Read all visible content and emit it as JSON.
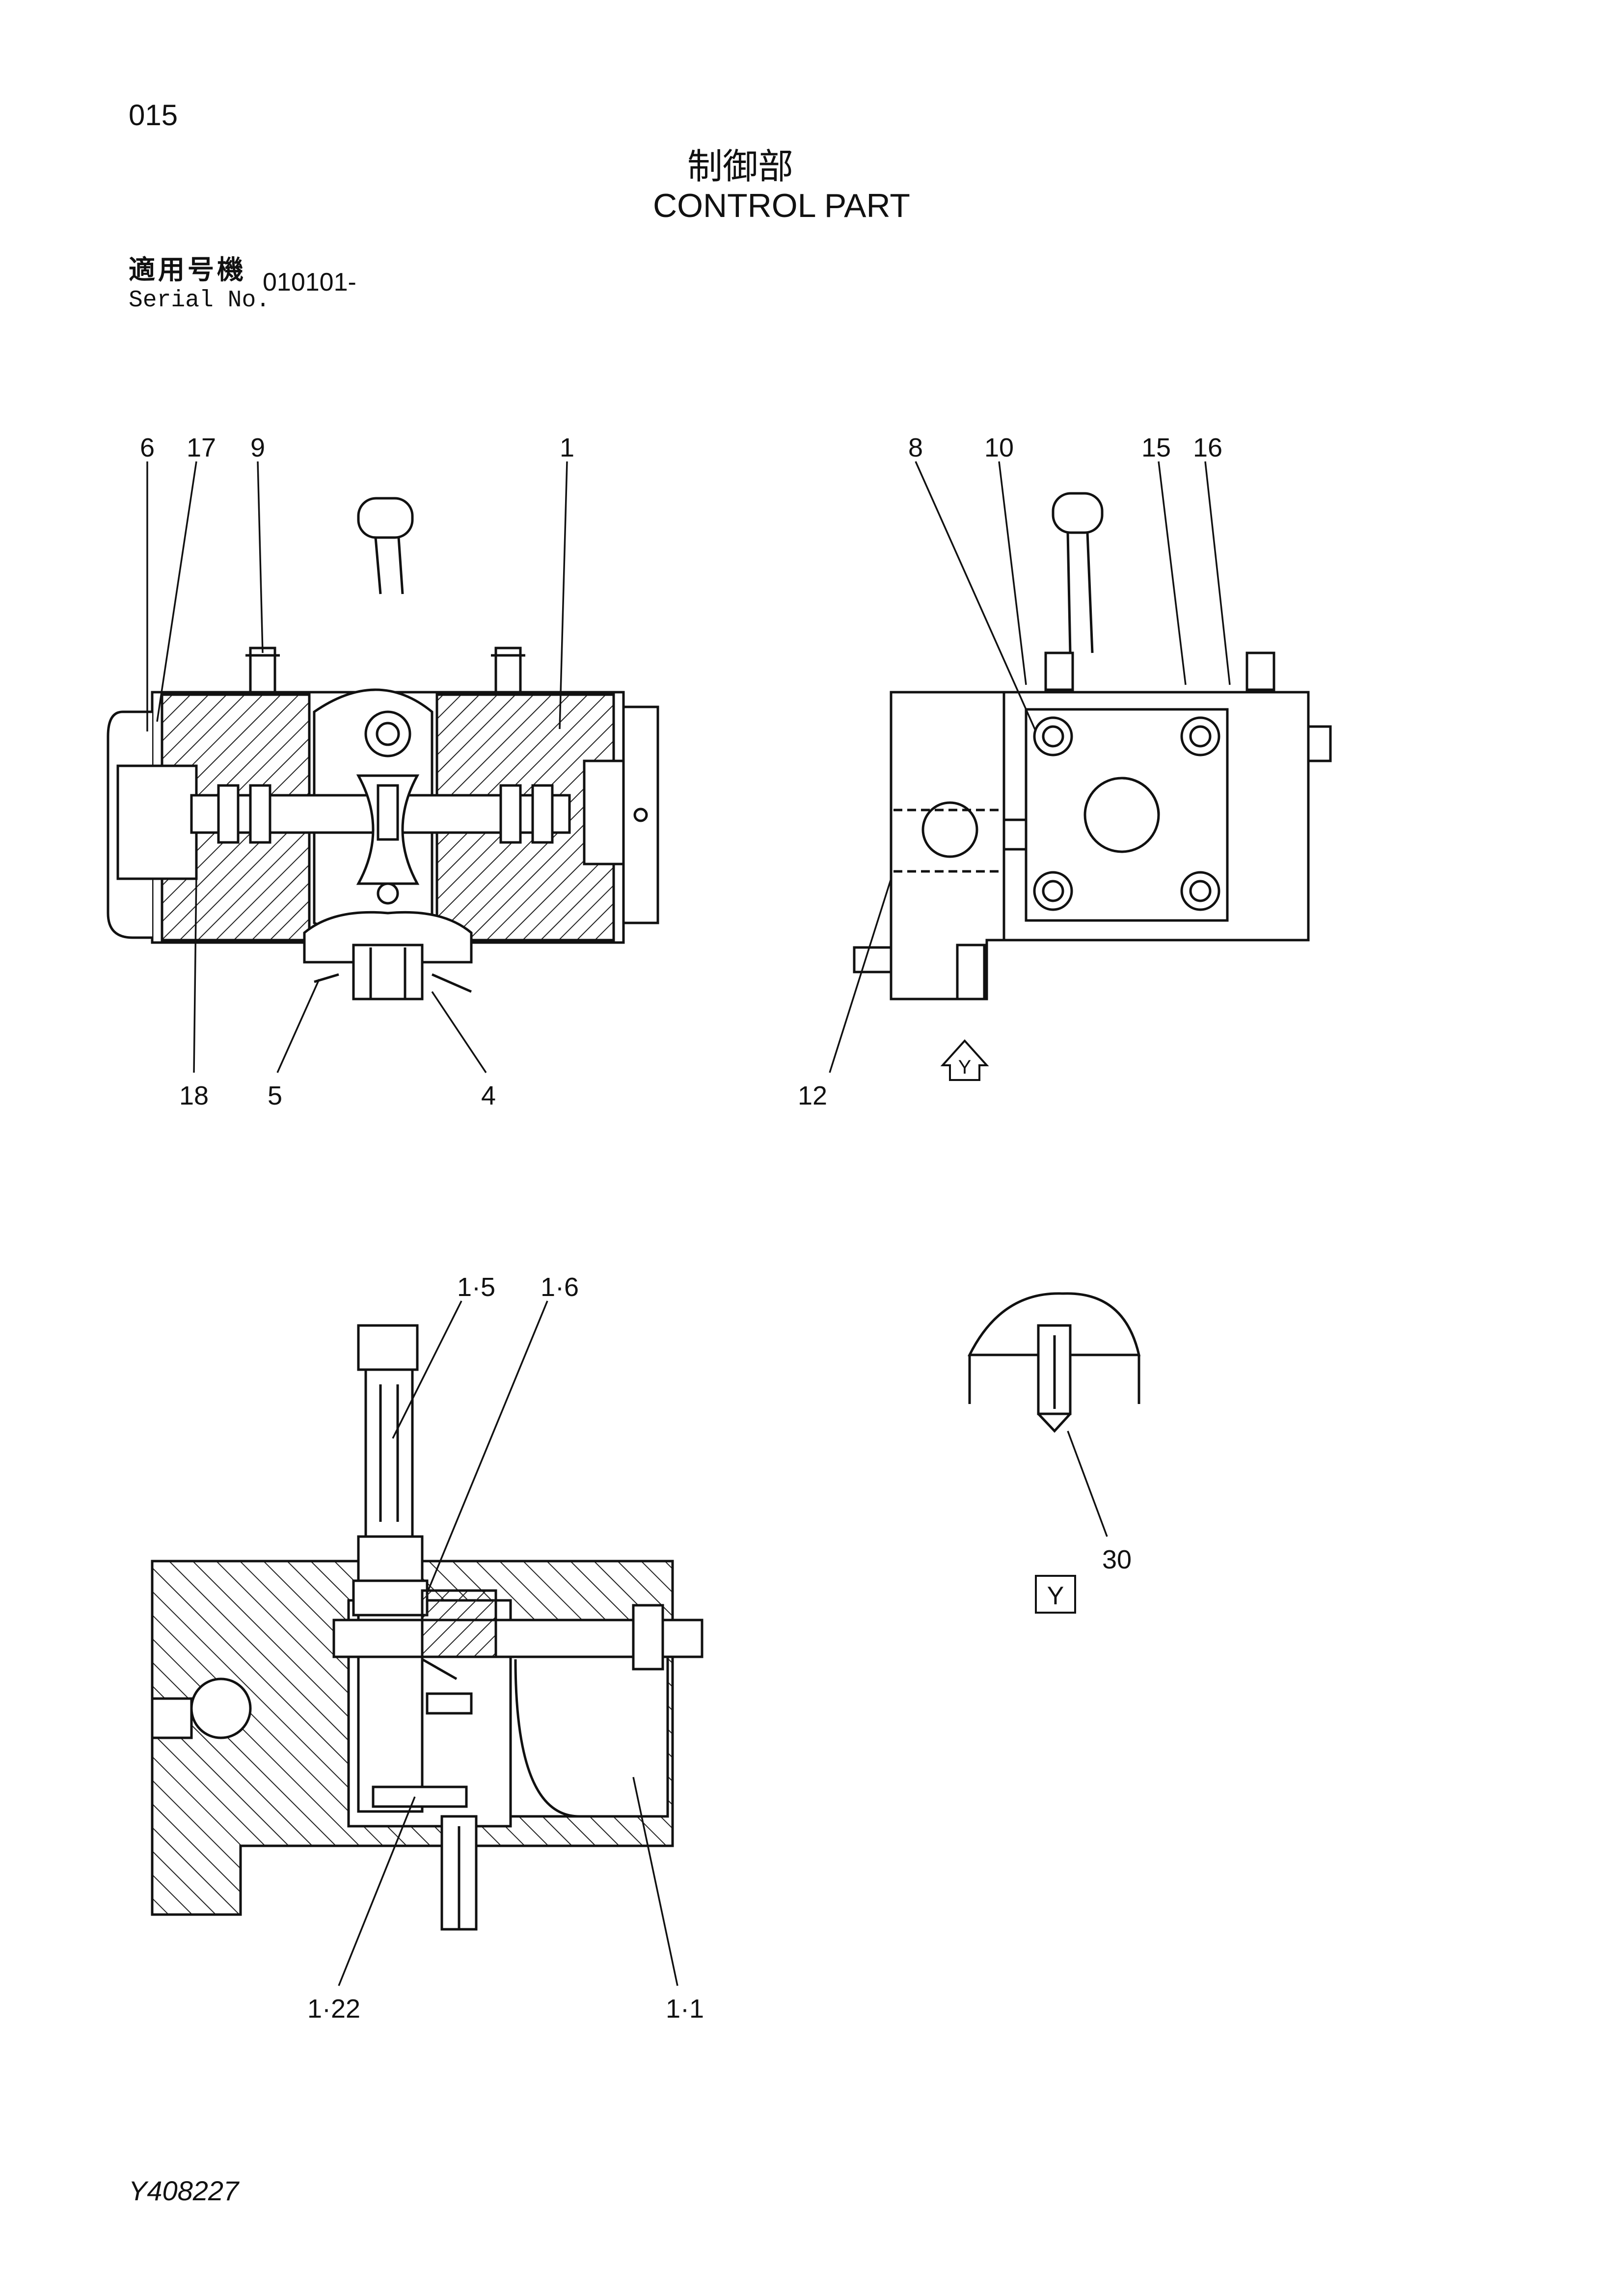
{
  "page": {
    "number": "015",
    "document_code": "Y408227"
  },
  "title": {
    "jp": "制御部",
    "en": "CONTROL PART"
  },
  "serial": {
    "label_jp": "適用号機",
    "label_en": "Serial No.",
    "value": "010101-"
  },
  "views": {
    "left_top": {
      "callouts": [
        "6",
        "17",
        "9",
        "1",
        "18",
        "5",
        "4"
      ]
    },
    "right_top": {
      "callouts": [
        "8",
        "10",
        "15",
        "16",
        "12"
      ],
      "view_marker": "Y"
    },
    "bottom_left": {
      "callouts": [
        "1·5",
        "1·6",
        "1·22",
        "1·1"
      ]
    },
    "detail_y": {
      "callouts": [
        "30"
      ],
      "view_label": "Y"
    }
  }
}
